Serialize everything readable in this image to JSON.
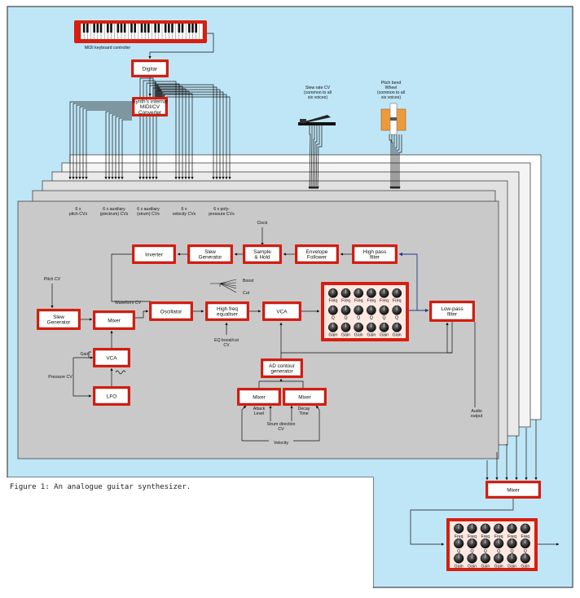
{
  "figure": {
    "caption": "Figure 1: An analogue guitar synthesizer.",
    "colors": {
      "background": "#bfe6f7",
      "card": "#c9c9c9",
      "block_border": "#d81e10",
      "block_fill": "#ffffff",
      "wire": "#111111",
      "feedback_wire": "#1a3a8a",
      "knob_panel": "#ffe9e2"
    }
  },
  "header": {
    "keyboard_label": "MIDI keyboard controller",
    "digitar": "Digitar",
    "converter": [
      "Synth's internal",
      "MIDI/CV",
      "Converter"
    ],
    "slew_cv": [
      "Slew rate CV",
      "(common to all",
      "six voices)"
    ],
    "pitchbend": [
      "Pitch bend",
      "Wheel",
      "(common to all",
      "six voices)"
    ]
  },
  "cv_labels": [
    [
      "6 x",
      "pitch CVs"
    ],
    [
      "6 x auxiliary",
      "(plectrum) CVs"
    ],
    [
      "6 x auxiliary",
      "(strum) CVs"
    ],
    [
      "6 x",
      "velocity CVs"
    ],
    [
      "6 x poly-",
      "pressure CVs"
    ]
  ],
  "voice": {
    "clock": "Clock",
    "inverter": "Inverter",
    "slew_gen": [
      "Slew",
      "Generator"
    ],
    "sample_hold": [
      "Sample",
      "& Hold"
    ],
    "env_follower": [
      "Envelope",
      "Follower"
    ],
    "hpf": [
      "High pass",
      "filter"
    ],
    "pitch_cv": "Pitch CV",
    "waveform_cv": "Waveform CV",
    "slew_gen2": [
      "Slew",
      "Generator"
    ],
    "mixer": "Mixer",
    "oscillator": "Oscillator",
    "hf_eq": [
      "High freq",
      "equaliser"
    ],
    "boost": "Boost",
    "cut": "Cut",
    "eq_cv": [
      "EQ boost/cut",
      "CV"
    ],
    "vca": "VCA",
    "vca2": "VCA",
    "gain": "Gain",
    "pressure_cv": "Pressure CV",
    "lfo": "LFO",
    "lpf": [
      "Low-pass",
      "filter"
    ],
    "ad": [
      "AD contour",
      "generator"
    ],
    "mixer_a": "Mixer",
    "mixer_b": "Mixer",
    "attack": [
      "Attack",
      "Level"
    ],
    "decay": [
      "Decay",
      "Time"
    ],
    "strum": [
      "Strum direction",
      "CV"
    ],
    "velocity": "Velocity",
    "audio_out": [
      "Audio",
      "output"
    ],
    "eq_rows": [
      "Freq",
      "Q",
      "Gain"
    ]
  },
  "output": {
    "mixer": "Mixer",
    "eq_rows": [
      "Freq",
      "Q",
      "Gain"
    ]
  }
}
